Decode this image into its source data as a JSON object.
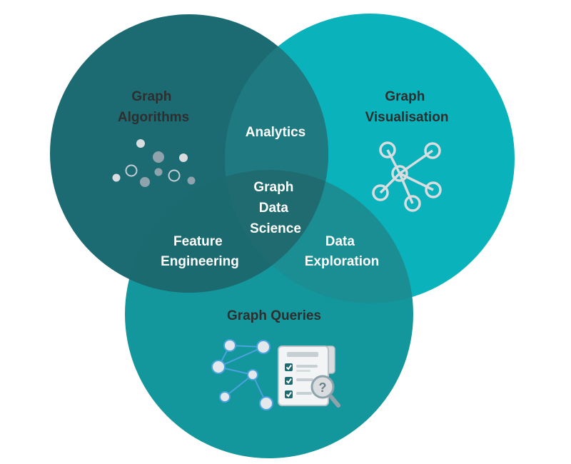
{
  "colors": {
    "algorithms_circle": "#1c6b72",
    "visualisation_circle": "#0ab2bb",
    "queries_circle": "#14979c",
    "algo_vis_overlap": "#1e7a80",
    "algo_query_overlap": "#1a6a70",
    "vis_query_overlap": "#1a8e93",
    "center_overlap": "#206b70",
    "dark_text": "#2e2e2e",
    "light_text": "#ffffff",
    "icon_light": "#d9dde0",
    "icon_blue": "#4aa3df"
  },
  "labels": {
    "graph_algorithms": {
      "line1": "Graph",
      "line2": "Algorithms"
    },
    "graph_visualisation": {
      "line1": "Graph",
      "line2": "Visualisation"
    },
    "graph_queries": "Graph Queries",
    "analytics": "Analytics",
    "graph_data_science": {
      "line1": "Graph",
      "line2": "Data",
      "line3": "Science"
    },
    "feature_engineering": {
      "line1": "Feature",
      "line2": "Engineering"
    },
    "data_exploration": {
      "line1": "Data",
      "line2": "Exploration"
    }
  },
  "icons": {
    "algorithms": "scattered-dots-icon",
    "visualisation": "network-graph-icon",
    "queries_graph": "connected-nodes-icon",
    "queries_document": "checklist-document-magnifier-icon"
  }
}
